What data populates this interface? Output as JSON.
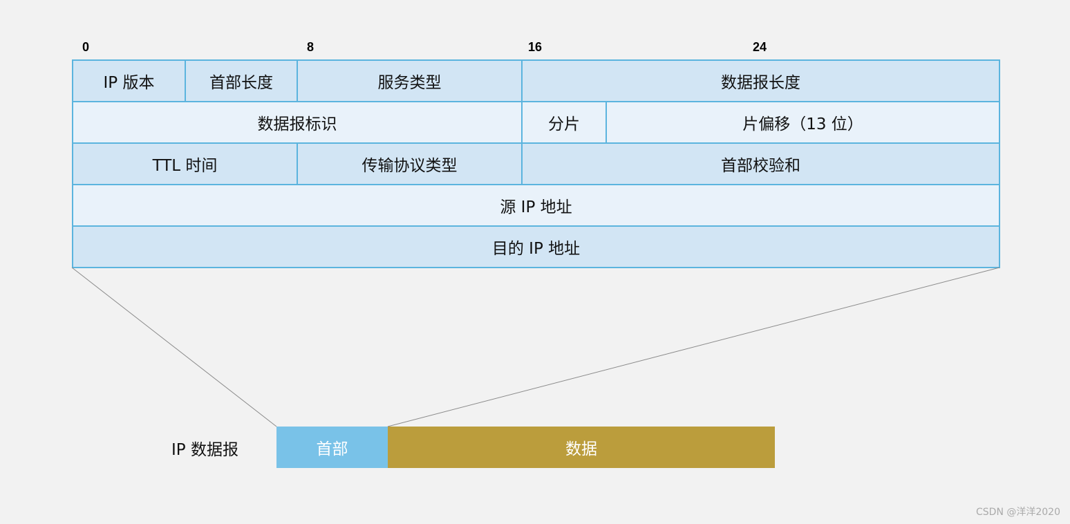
{
  "bit_offsets": [
    "0",
    "8",
    "16",
    "24"
  ],
  "header_rows": [
    [
      {
        "label": "IP 版本"
      },
      {
        "label": "首部长度"
      },
      {
        "label": "服务类型"
      },
      {
        "label": "数据报长度"
      }
    ],
    [
      {
        "label": "数据报标识"
      },
      {
        "label": "分片"
      },
      {
        "label": "片偏移（13 位）"
      }
    ],
    [
      {
        "label": "TTL 时间"
      },
      {
        "label": "传输协议类型"
      },
      {
        "label": "首部校验和"
      }
    ],
    [
      {
        "label": "源 IP 地址"
      }
    ],
    [
      {
        "label": "目的 IP 地址"
      }
    ]
  ],
  "datagram": {
    "label": "IP 数据报",
    "header_label": "首部",
    "data_label": "数据"
  },
  "colors": {
    "cell_border": "#5bb4de",
    "row_dark": "#d2e5f4",
    "row_light": "#e9f2fa",
    "header_segment": "#79c2e8",
    "data_segment": "#bb9d3c"
  },
  "watermark": "CSDN @洋洋2020"
}
